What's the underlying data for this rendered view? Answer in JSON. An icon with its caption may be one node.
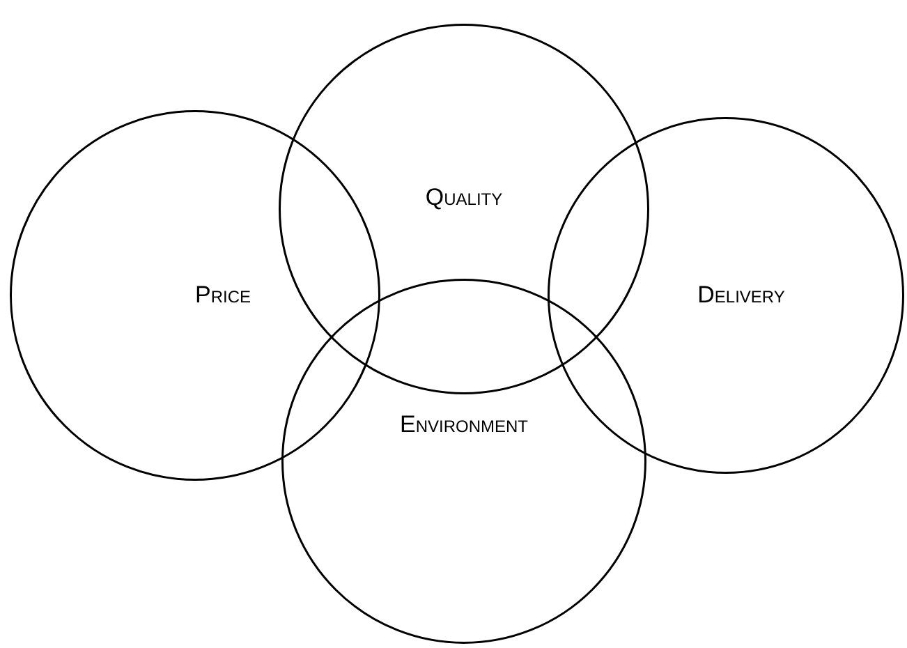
{
  "diagram": {
    "nodes": [
      {
        "text": [
          "Price"
        ]
      },
      {
        "text": [
          "Quality"
        ]
      },
      {
        "text": [
          "Delivery"
        ]
      },
      {
        "text": [
          "Environment"
        ]
      }
    ]
  }
}
